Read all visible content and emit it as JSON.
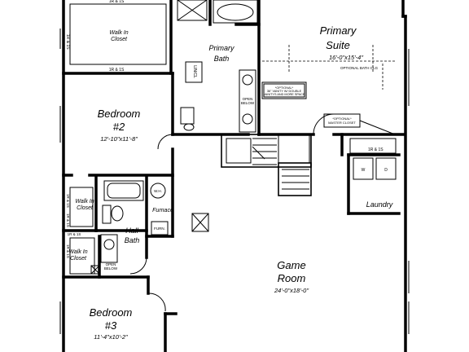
{
  "rooms": {
    "walk_in_closet_top": "Walk In\nCloset",
    "primary_bath": "Primary\nBath",
    "primary_suite": "Primary\nSuite",
    "primary_suite_dim": "16'-0\"x15'-4\"",
    "optional_bath_clg": "OPTIONAL BATH CLG",
    "bedroom2": "Bedroom\n#2",
    "bedroom2_dim": "12'-10\"x11'-8\"",
    "walk_in_closet_mid": "Walk In\nCloset",
    "furnace": "Furnace",
    "hall_bath": "Hall\nBath",
    "walk_in_closet_low": "Walk In\nCloset",
    "laundry": "Laundry",
    "game_room": "Game\nRoom",
    "game_room_dim": "24'-0\"x18'-0\"",
    "bedroom3": "Bedroom\n#3",
    "bedroom3_dim": "11'-4\"x10'-2\""
  },
  "labels": {
    "r1s": "1R & 1S",
    "open_below": "OPEN\nBELOW",
    "opt_vanity": "*OPTIONAL*\n36\" VANITY W/ DOUBLE\nVANITYS AND MORE SPACE",
    "opt_closet": "*OPTIONAL*\nMASTER CLOSET",
    "wh": "W.H.",
    "furn": "FURN.",
    "washer": "W",
    "dryer": "D",
    "linen": "LIN/CL"
  }
}
